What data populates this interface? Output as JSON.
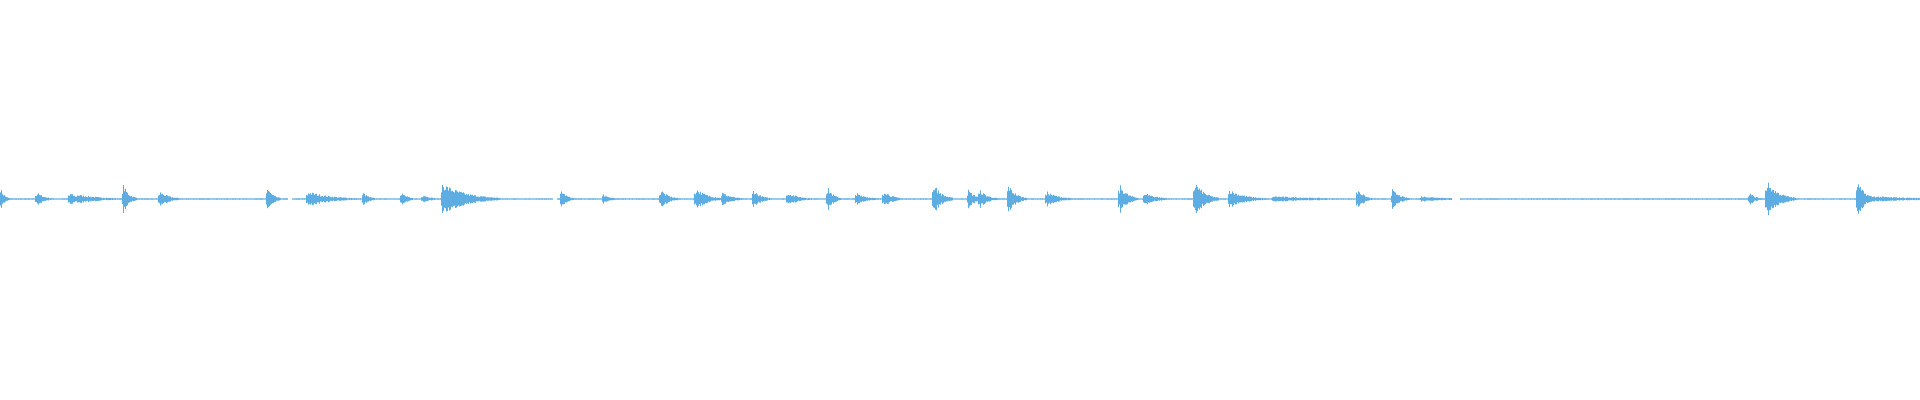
{
  "waveform": {
    "color": "#5dade2",
    "background": "#ffffff",
    "baseline_amplitude": 0.004,
    "bursts": [
      {
        "at": 0.0,
        "amp": 0.06,
        "len": 0.002
      },
      {
        "at": 0.019,
        "amp": 0.035,
        "len": 0.004
      },
      {
        "at": 0.036,
        "amp": 0.035,
        "len": 0.004
      },
      {
        "at": 0.04,
        "amp": 0.025,
        "len": 0.012
      },
      {
        "at": 0.064,
        "amp": 0.075,
        "len": 0.003
      },
      {
        "at": 0.083,
        "amp": 0.04,
        "len": 0.005
      },
      {
        "at": 0.139,
        "amp": 0.06,
        "len": 0.003
      },
      {
        "at": 0.16,
        "amp": 0.04,
        "len": 0.012
      },
      {
        "at": 0.189,
        "amp": 0.035,
        "len": 0.003
      },
      {
        "at": 0.209,
        "amp": 0.035,
        "len": 0.003
      },
      {
        "at": 0.22,
        "amp": 0.025,
        "len": 0.004
      },
      {
        "at": 0.23,
        "amp": 0.085,
        "len": 0.012
      },
      {
        "at": 0.292,
        "amp": 0.05,
        "len": 0.003
      },
      {
        "at": 0.314,
        "amp": 0.025,
        "len": 0.004
      },
      {
        "at": 0.344,
        "amp": 0.05,
        "len": 0.004
      },
      {
        "at": 0.362,
        "amp": 0.06,
        "len": 0.006
      },
      {
        "at": 0.376,
        "amp": 0.035,
        "len": 0.005
      },
      {
        "at": 0.392,
        "amp": 0.05,
        "len": 0.004
      },
      {
        "at": 0.41,
        "amp": 0.035,
        "len": 0.006
      },
      {
        "at": 0.431,
        "amp": 0.06,
        "len": 0.003
      },
      {
        "at": 0.446,
        "amp": 0.035,
        "len": 0.005
      },
      {
        "at": 0.46,
        "amp": 0.05,
        "len": 0.004
      },
      {
        "at": 0.486,
        "amp": 0.085,
        "len": 0.004
      },
      {
        "at": 0.504,
        "amp": 0.05,
        "len": 0.004
      },
      {
        "at": 0.51,
        "amp": 0.05,
        "len": 0.004
      },
      {
        "at": 0.525,
        "amp": 0.075,
        "len": 0.004
      },
      {
        "at": 0.545,
        "amp": 0.04,
        "len": 0.006
      },
      {
        "at": 0.583,
        "amp": 0.075,
        "len": 0.004
      },
      {
        "at": 0.596,
        "amp": 0.035,
        "len": 0.006
      },
      {
        "at": 0.622,
        "amp": 0.095,
        "len": 0.005
      },
      {
        "at": 0.64,
        "amp": 0.05,
        "len": 0.008
      },
      {
        "at": 0.663,
        "amp": 0.015,
        "len": 0.026
      },
      {
        "at": 0.707,
        "amp": 0.06,
        "len": 0.003
      },
      {
        "at": 0.725,
        "amp": 0.05,
        "len": 0.004
      },
      {
        "at": 0.74,
        "amp": 0.015,
        "len": 0.015
      },
      {
        "at": 0.911,
        "amp": 0.035,
        "len": 0.003
      },
      {
        "at": 0.92,
        "amp": 0.095,
        "len": 0.006
      },
      {
        "at": 0.967,
        "amp": 0.095,
        "len": 0.004
      },
      {
        "at": 0.975,
        "amp": 0.015,
        "len": 0.025
      }
    ],
    "gaps": [
      [
        0.756,
        0.76
      ],
      [
        0.288,
        0.29
      ],
      [
        0.15,
        0.152
      ]
    ]
  }
}
